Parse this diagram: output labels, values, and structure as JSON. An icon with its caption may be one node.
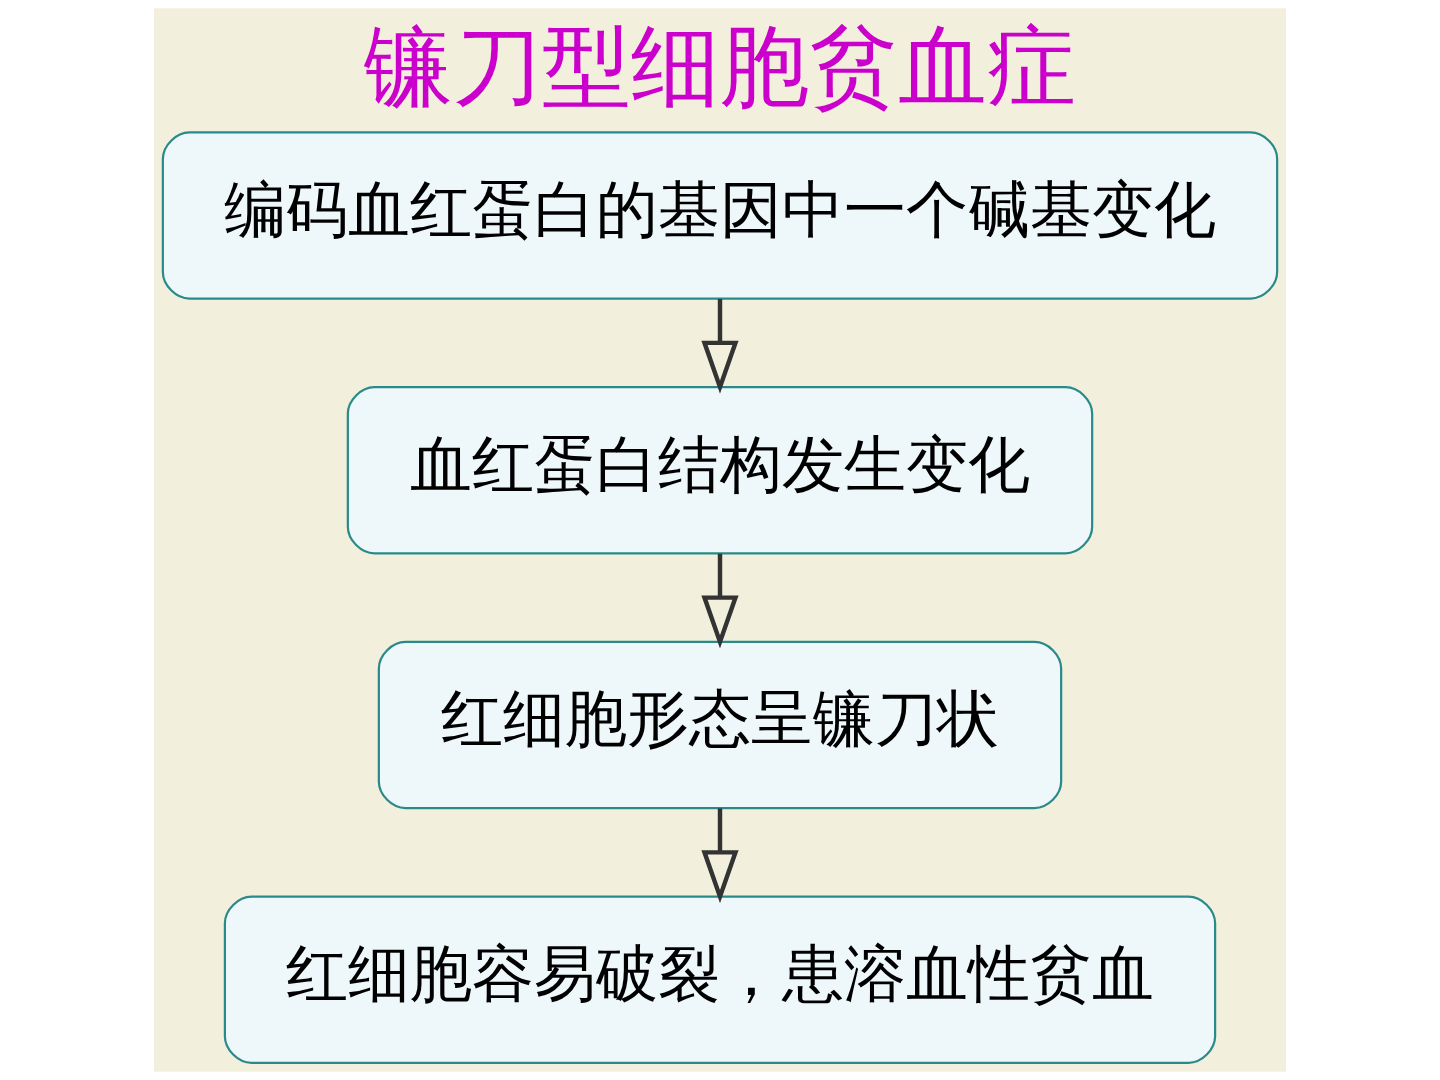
{
  "diagram": {
    "title": "镰刀型细胞贫血症",
    "nodes": [
      {
        "text": [
          "编码血红蛋白的基因中一个碱基变化"
        ]
      },
      {
        "text": [
          "血红蛋白结构发生变化"
        ]
      },
      {
        "text": [
          "红细胞形态呈镰刀状"
        ]
      },
      {
        "text": [
          "红细胞容易破裂，患溶血性贫血"
        ]
      }
    ],
    "edges": [
      {
        "from": 0,
        "to": 1,
        "arrow": "to"
      },
      {
        "from": 1,
        "to": 2,
        "arrow": "to"
      },
      {
        "from": 2,
        "to": 3,
        "arrow": "to"
      }
    ]
  }
}
